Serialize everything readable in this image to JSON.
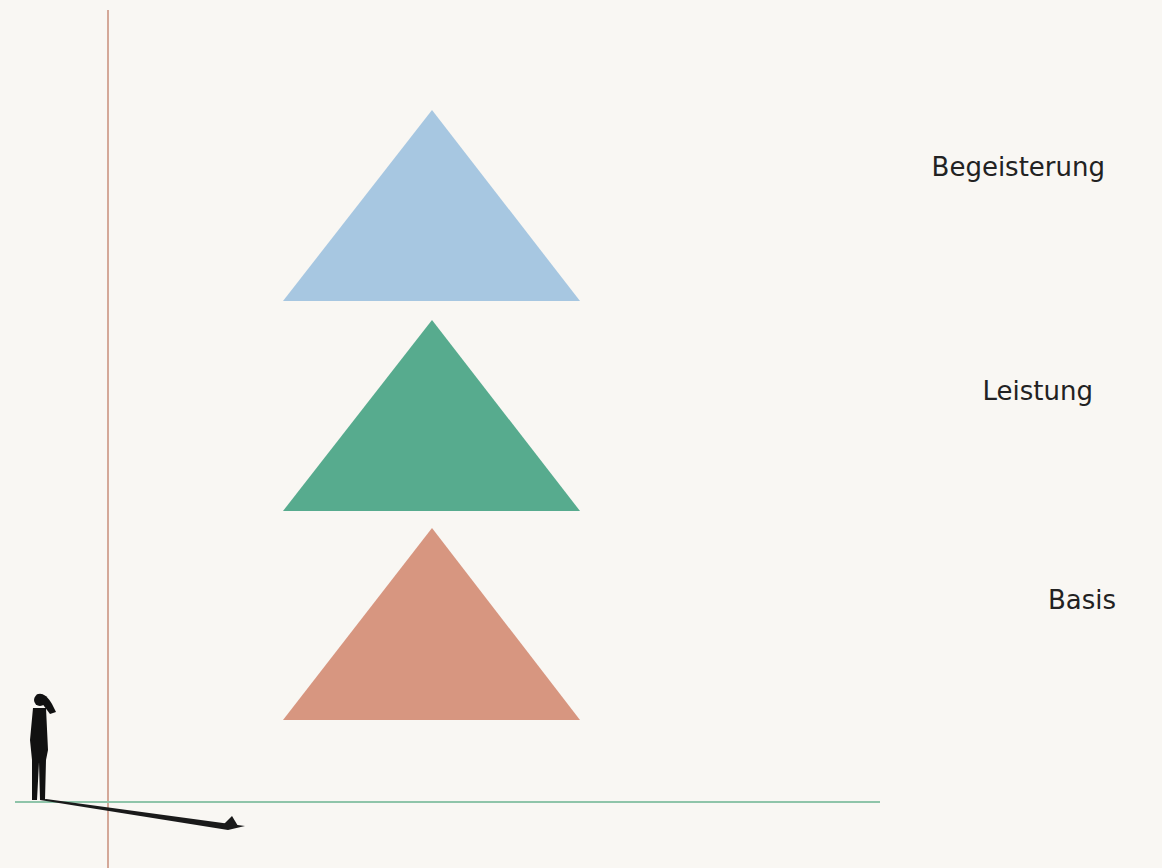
{
  "diagram": {
    "labels": [
      "Begeisterung",
      "Leistung",
      "Basis"
    ]
  }
}
